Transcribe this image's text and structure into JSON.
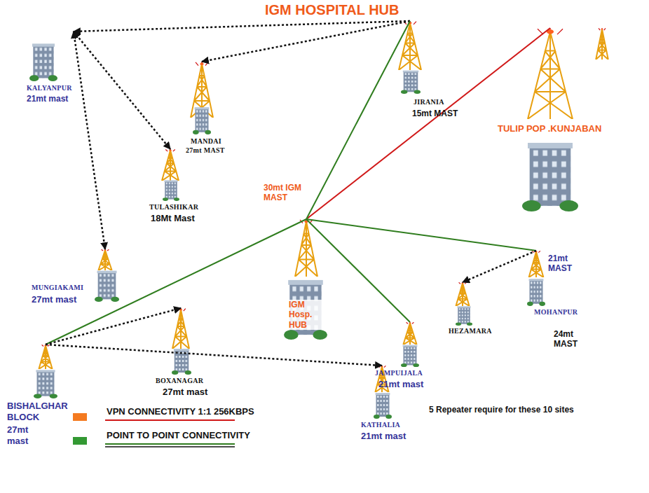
{
  "diagram": {
    "title": "IGM HOSPITAL HUB",
    "nodes": [
      {
        "text": [
          "JIRANIA",
          "15mt MAST"
        ]
      },
      {
        "text": [
          "KALYANPUR",
          "21mt mast"
        ]
      },
      {
        "text": [
          "MANDAI",
          "27mt MAST"
        ]
      },
      {
        "text": [
          "TULIP POP .KUNJABAN"
        ]
      },
      {
        "text": [
          "TULASHIKAR",
          "18Mt Mast"
        ]
      },
      {
        "text": [
          "30mt IGM MAST",
          "IGM Hosp. HUB"
        ]
      },
      {
        "text": [
          "21mt MAST",
          "MOHANPUR"
        ]
      },
      {
        "text": [
          "HEZAMARA"
        ]
      },
      {
        "text": [
          "MUNGIAKAMI",
          "27mt mast"
        ]
      },
      {
        "text": [
          "JAMPUIJALA",
          "21mt mast"
        ]
      },
      {
        "text": [
          "BISHALGHAR BLOCK",
          "27mt mast"
        ]
      },
      {
        "text": [
          "BOXANAGAR",
          "27mt mast"
        ]
      },
      {
        "text": [
          "KATHALIA",
          "21mt mast"
        ]
      }
    ],
    "edges": [
      {
        "from": 0,
        "to": 1,
        "arrow": "to"
      },
      {
        "from": 0,
        "to": 2,
        "arrow": "to"
      },
      {
        "from": 1,
        "to": 4,
        "arrow": "both"
      },
      {
        "from": 1,
        "to": 8,
        "arrow": "both"
      },
      {
        "from": 3,
        "to": 5,
        "arrow": "none"
      },
      {
        "from": 5,
        "to": 0,
        "arrow": "none"
      },
      {
        "from": 5,
        "to": 6,
        "arrow": "none"
      },
      {
        "from": 5,
        "to": 9,
        "arrow": "none"
      },
      {
        "from": 5,
        "to": 10,
        "arrow": "none"
      },
      {
        "from": 6,
        "to": 7,
        "arrow": "to"
      },
      {
        "from": 10,
        "to": 11,
        "arrow": "to"
      },
      {
        "from": 10,
        "to": 12,
        "arrow": "to"
      }
    ],
    "labels": [
      "5 Repeater require for these 10 sites",
      "24mt MAST"
    ],
    "legend": [
      {
        "text": "VPN CONNECTIVITY 1:1 256KBPS",
        "color": "#f47a20"
      },
      {
        "text": "POINT TO POINT CONNECTIVITY",
        "color": "#339933"
      }
    ]
  }
}
